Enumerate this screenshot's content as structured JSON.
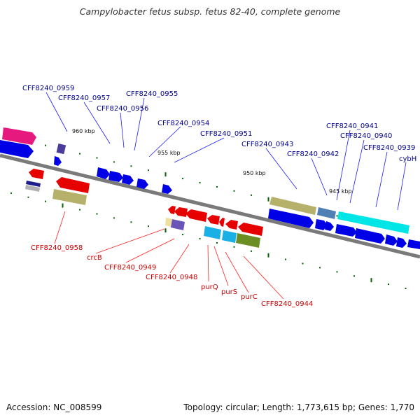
{
  "title": "Campylobacter fetus subsp. fetus 82-40, complete genome",
  "footer": {
    "accession": "Accession: NC_008599",
    "summary": "Topology: circular; Length: 1,773,615 bp; Genes: 1,770"
  },
  "colors": {
    "backbone": "#7a7a7a",
    "forward_strand_label": "#00008b",
    "reverse_strand_label": "#cc0000",
    "tick": "#006400"
  },
  "kbp_labels": [
    "960 kbp",
    "955 kbp",
    "950 kbp",
    "945 kbp"
  ],
  "forward_labels": [
    "CFF8240_0959",
    "CFF8240_0957",
    "CFF8240_0956",
    "CFF8240_0955",
    "CFF8240_0954",
    "CFF8240_0951",
    "CFF8240_0943",
    "CFF8240_0942",
    "CFF8240_0941",
    "CFF8240_0940",
    "CFF8240_0939",
    "cybH"
  ],
  "reverse_labels": [
    "CFF8240_0958",
    "crcB",
    "CFF8240_0949",
    "CFF8240_0948",
    "purQ",
    "purS",
    "purC",
    "CFF8240_0944"
  ]
}
